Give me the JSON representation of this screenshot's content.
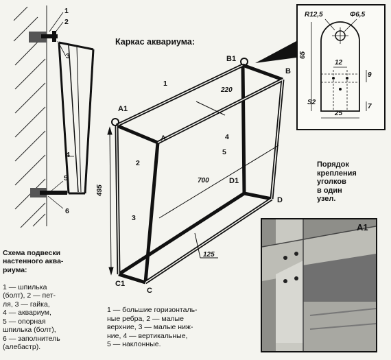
{
  "title": "Каркас аквариума:",
  "order_label": "Порядок\nкрепления\nуголков\nв один\nузел.",
  "wall_caption": {
    "heading": "Схема подвески\nнастенного аква-\nриума:",
    "body": "1 — шпилька\n(болт), 2 — пет-\nля, 3 — гайка,\n4 — аквариум,\n5 — опорная\nшпилька (болт),\n6 — заполнитель\n(алебастр)."
  },
  "frame_caption": "1 — большие горизонталь-\nные ребра, 2 — малые\nверхние, 3 — малые ниж-\nние, 4 — вертикальные,\n5 — наклонные.",
  "wall_labels": [
    "1",
    "2",
    "3",
    "4",
    "5",
    "6"
  ],
  "corner_labels": {
    "A1": "A1",
    "B1": "B1",
    "B": "B",
    "A": "A",
    "D1": "D1",
    "D": "D",
    "C": "C",
    "C1": "C1"
  },
  "frame_labels": {
    "n1": "1",
    "n2": "2",
    "n3": "3",
    "n4": "4",
    "n5": "5"
  },
  "dims": {
    "d220": "220",
    "d700": "700",
    "d495": "495",
    "d125": "125"
  },
  "detail": {
    "r": "R12,5",
    "phi": "Φ6,5",
    "h65": "65",
    "w12": "12",
    "h9": "9",
    "s2": "S2",
    "w25": "25",
    "h7": "7"
  },
  "photo_label": "A1"
}
